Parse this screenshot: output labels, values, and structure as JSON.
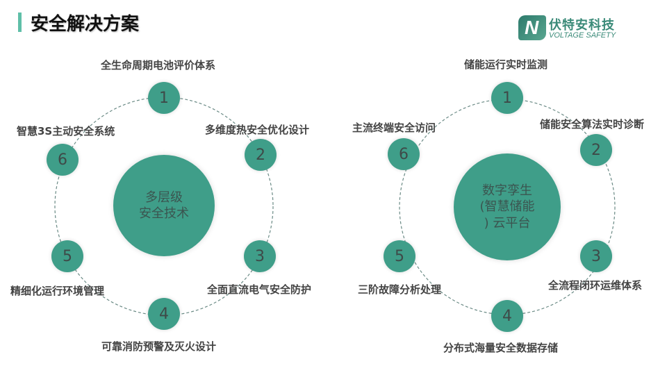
{
  "header": {
    "title": "安全解决方案",
    "logo_cn": "伏特安科技",
    "logo_en": "VOLTAGE SAFETY"
  },
  "colors": {
    "accent": "#3f9e89",
    "bar": "#5fbfa8"
  },
  "left": {
    "center_line1": "多层级",
    "center_line2": "安全技术",
    "items": [
      {
        "num": "1",
        "label": "全生命周期电池评价体系"
      },
      {
        "num": "2",
        "label": "多维度热安全优化设计"
      },
      {
        "num": "3",
        "label": "全面直流电气安全防护"
      },
      {
        "num": "4",
        "label": "可靠消防预警及灭火设计"
      },
      {
        "num": "5",
        "label": "精细化运行环境管理"
      },
      {
        "num": "6",
        "label": "智慧3S主动安全系统"
      }
    ]
  },
  "right": {
    "center_line1": "数字孪生",
    "center_line2": "(智慧储能",
    "center_line3": ")  云平台",
    "items": [
      {
        "num": "1",
        "label": "储能运行实时监测"
      },
      {
        "num": "2",
        "label": "储能安全算法实时诊断"
      },
      {
        "num": "3",
        "label": "全流程闭环运维体系"
      },
      {
        "num": "4",
        "label": "分布式海量安全数据存储"
      },
      {
        "num": "5",
        "label": "三阶故障分析处理"
      },
      {
        "num": "6",
        "label": "主流终端安全访问"
      }
    ]
  }
}
